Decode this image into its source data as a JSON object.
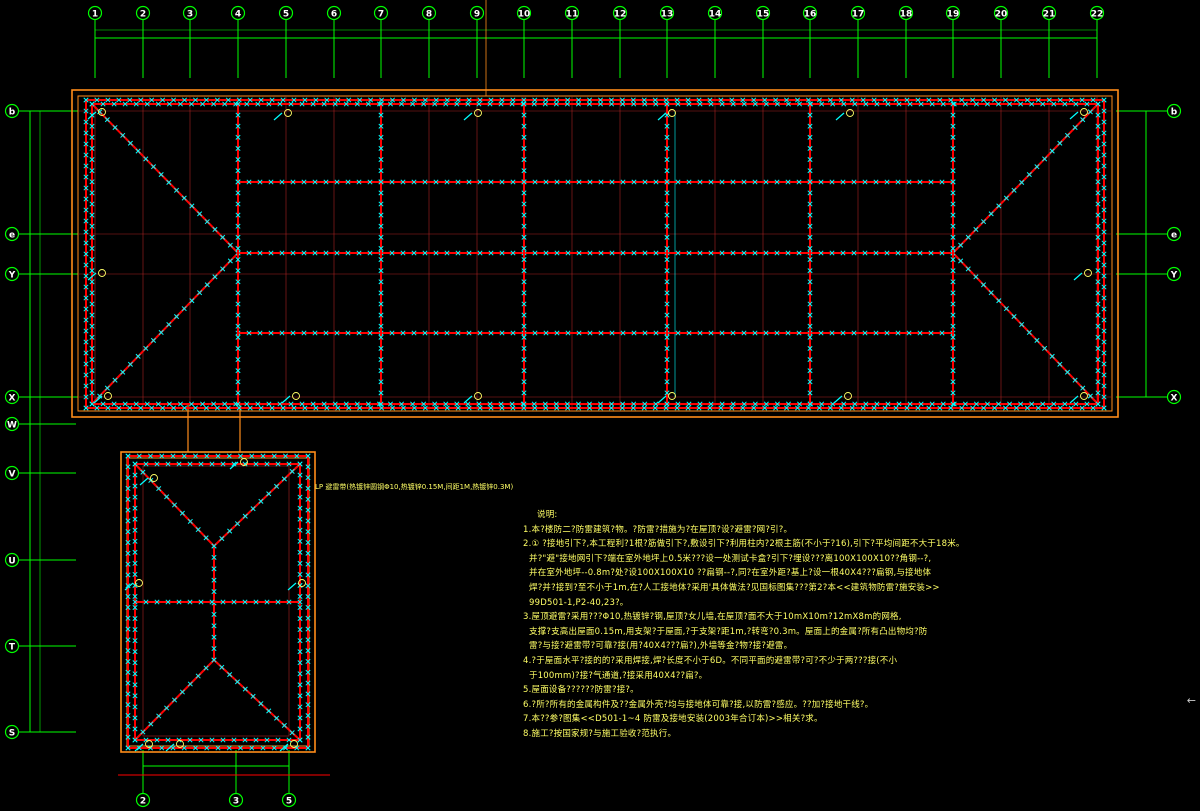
{
  "grid_top_labels": [
    "1",
    "2",
    "3",
    "4",
    "5",
    "6",
    "7",
    "8",
    "9",
    "10",
    "11",
    "12",
    "13",
    "14",
    "15",
    "16",
    "17",
    "18",
    "19",
    "20",
    "21",
    "22"
  ],
  "grid_left_labels": [
    "b",
    "e",
    "Y",
    "X",
    "W",
    "V",
    "U",
    "T",
    "S"
  ],
  "grid_right_labels": [
    "b",
    "e",
    "Y",
    "X"
  ],
  "grid_bottom_labels": [
    "2",
    "3",
    "5"
  ],
  "ground_marker": "①",
  "lp_label": "LP 避雷带(热镀锌圆钢Φ10,热镀锌0.15M,间距1M,热镀锌0.3M)",
  "notes": {
    "title": "说明:",
    "lines": [
      "1.本?楼防二?防雷建筑?物。?防雷?措施为?在屋顶?设?避雷?网?引?。",
      "2.① ?接地引下?,本工程利?1根?筋做引下?,敷设引下?利用柱内?2根主筋(不小于?16),引下?平均间距不大于18米。",
      "并?\"避\"接地网引下?端在室外地坪上0.5米???设一处测试卡盒?引下?埋设???离100X100X10??角钢--?,",
      "并在室外地坪--0.8m?处?设100X100X10 ??扁钢--?,同?在室外距?基上?设一根40X4???扁钢,与接地体",
      "焊?并?接到?至不小于1m,在?人工接地体?采用'具体做法?见国标图集???第2?本<<建筑物防雷?施安装>>",
      "99D501-1,P2-40,23?。",
      "3.屋顶避雷?采用???Φ10,热镀锌?钢,屋顶?女儿墙,在屋顶?面不大于10mX10m?12mX8m的网格,",
      "支撑?支高出屋面0.15m,用支架?于屋面,?于支架?距1m,?转弯?0.3m。屋面上的金属?所有凸出物均?防",
      "雷?与接?避雷带?可靠?接(用?40X4???扁?),外墙等金?物?接?避雷。",
      "4.?于屋面水平?接的的?采用焊接,焊?长度不小于6D。不同平面的避雷带?可?不少于两???接(不小",
      "于100mm)?接?气通道,?接采用40X4??扁?。",
      "5.屋面设备??????防雷?接?。",
      "6.?所?所有的金属构件及??金属外壳?均与接地体可靠?接,以防雷?感应。??加?接地干线?。",
      "7.本??参?图集<<D501-1~4 防雷及接地安装(2003年合订本)>>相关?求。",
      "8.施工?按国家规?与施工验收?范执行。"
    ]
  },
  "colors": {
    "background": "#000000",
    "grid_line": "#00ff00",
    "axis_line": "#ff3333",
    "lightning_belt": "#ff0000",
    "marker": "#00ffff",
    "outline": "#ff8c1a",
    "annotation": "#ffff66"
  },
  "icons": {
    "grid_bubble": "circle",
    "arrow_cursor": "arrow-left-icon"
  },
  "cursor_glyph": "←"
}
